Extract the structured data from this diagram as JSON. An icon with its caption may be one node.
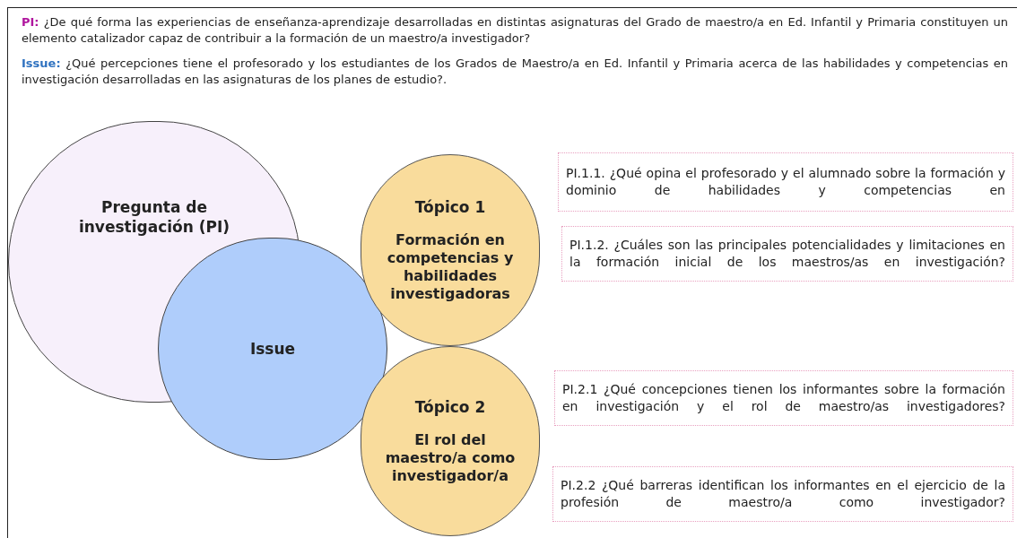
{
  "diagram": {
    "nodes": [
      {
        "text": [
          "Pregunta de investigación (PI)"
        ]
      },
      {
        "text": [
          "Issue"
        ]
      },
      {
        "text": [
          "Tópico 1",
          "Formación en competencias y habilidades investigadoras"
        ]
      },
      {
        "text": [
          "Tópico 2",
          "El rol del maestro/a como investigador/a"
        ]
      },
      {
        "text": [
          "PI.1.1. ¿Qué opina el profesorado y el alumnado sobre la formación y dominio de habilidades y competencias en"
        ]
      },
      {
        "text": [
          "PI.1.2. ¿Cuáles son las principales potencialidades y limitaciones en la formación inicial de los maestros/as en investigación?"
        ]
      },
      {
        "text": [
          "PI.2.1 ¿Qué concepciones tienen los informantes sobre la formación en investigación y el rol de maestro/as investigadores?"
        ]
      },
      {
        "text": [
          "PI.2.2 ¿Qué barreras identifican los informantes en el ejercicio de la profesión de maestro/a como investigador?"
        ]
      }
    ],
    "labels": [
      "PI:",
      "¿De qué forma las experiencias de enseñanza-aprendizaje desarrolladas en distintas asignaturas del Grado de maestro/a en Ed. Infantil y Primaria constituyen un elemento catalizador capaz de contribuir a la formación de un maestro/a investigador?",
      "Issue:",
      "¿Qué percepciones tiene el profesorado y los estudiantes de los Grados de Maestro/a en Ed. Infantil y Primaria acerca de las habilidades y competencias en investigación desarrolladas en las asignaturas de los planes de estudio?."
    ]
  }
}
